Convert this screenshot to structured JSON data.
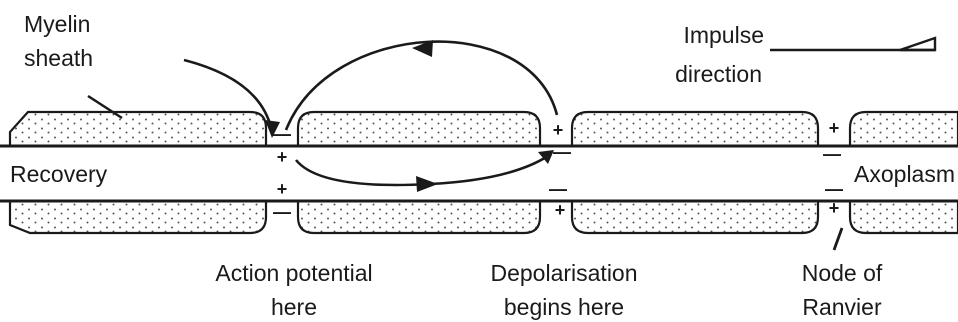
{
  "labels": {
    "myelin_sheath": [
      "Myelin",
      "sheath"
    ],
    "impulse_direction": [
      "Impulse",
      "direction"
    ],
    "recovery": "Recovery",
    "axoplasm": "Axoplasm",
    "action_potential": [
      "Action potential",
      "here"
    ],
    "depolarisation": [
      "Depolarisation",
      "begins here"
    ],
    "node_of_ranvier": [
      "Node of",
      "Ranvier"
    ]
  },
  "charges": {
    "node1_top_outer": "—",
    "node1_top_inner": "+",
    "node1_bottom_inner": "+",
    "node1_bottom_outer": "—",
    "node2_top_outer": "+",
    "node2_top_inner": "—",
    "node2_bottom_inner": "—",
    "node2_bottom_outer": "+",
    "node3_top_outer": "+",
    "node3_top_inner": "—",
    "node3_bottom_inner": "—",
    "node3_bottom_outer": "+"
  },
  "colors": {
    "ink": "#1a1a1a",
    "sheath_fill": "#f4f4f4",
    "background": "#ffffff"
  }
}
